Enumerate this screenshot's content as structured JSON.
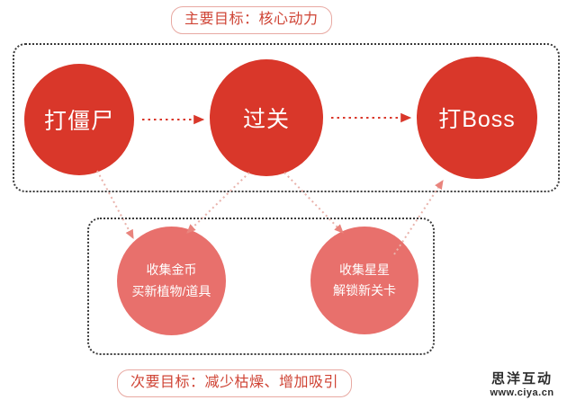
{
  "diagram": {
    "primary_group": {
      "badge_label": "主要目标：核心动力",
      "nodes": [
        {
          "id": "zombie",
          "label": "打僵尸"
        },
        {
          "id": "clear",
          "label": "过关"
        },
        {
          "id": "boss",
          "label": "打Boss"
        }
      ]
    },
    "secondary_group": {
      "badge_label": "次要目标：减少枯燥、增加吸引",
      "nodes": [
        {
          "id": "coins",
          "line1": "收集金币",
          "line2": "买新植物/道具"
        },
        {
          "id": "stars",
          "line1": "收集星星",
          "line2": "解锁新关卡"
        }
      ]
    },
    "colors": {
      "primary_node": "#d9372a",
      "secondary_node": "#e8706c",
      "badge_text": "#cf4334",
      "badge_border": "#e8a9a2",
      "box_border": "#3a3a3a",
      "arrow_strong": "#d9372a",
      "arrow_soft": "#e8a9a2"
    }
  },
  "watermark": {
    "name": "思洋互动",
    "url": "www.ciya.cn"
  }
}
